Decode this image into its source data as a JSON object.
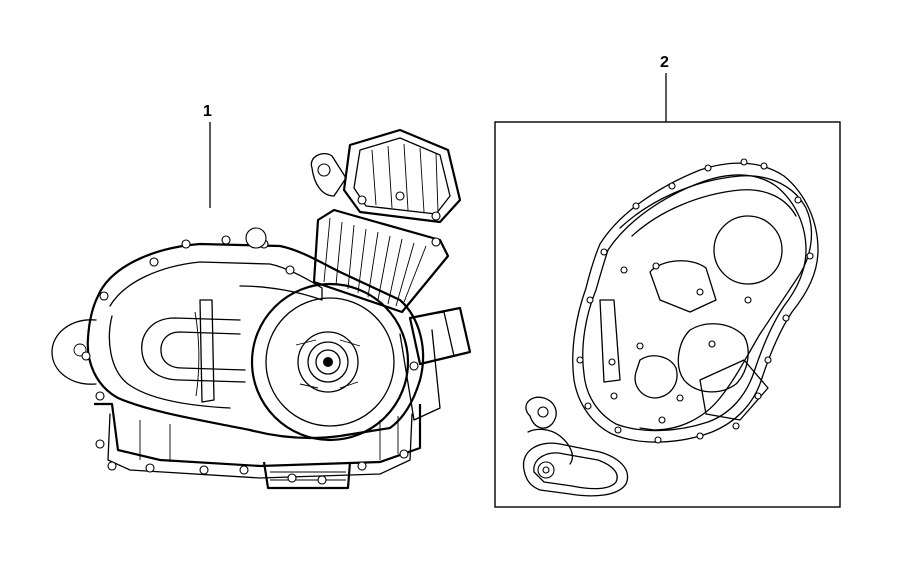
{
  "callouts": [
    {
      "label": "1",
      "part": "engine-assembly"
    },
    {
      "label": "2",
      "part": "gasket-kit"
    }
  ],
  "colors": {
    "line": "#000000",
    "background": "#ffffff"
  }
}
